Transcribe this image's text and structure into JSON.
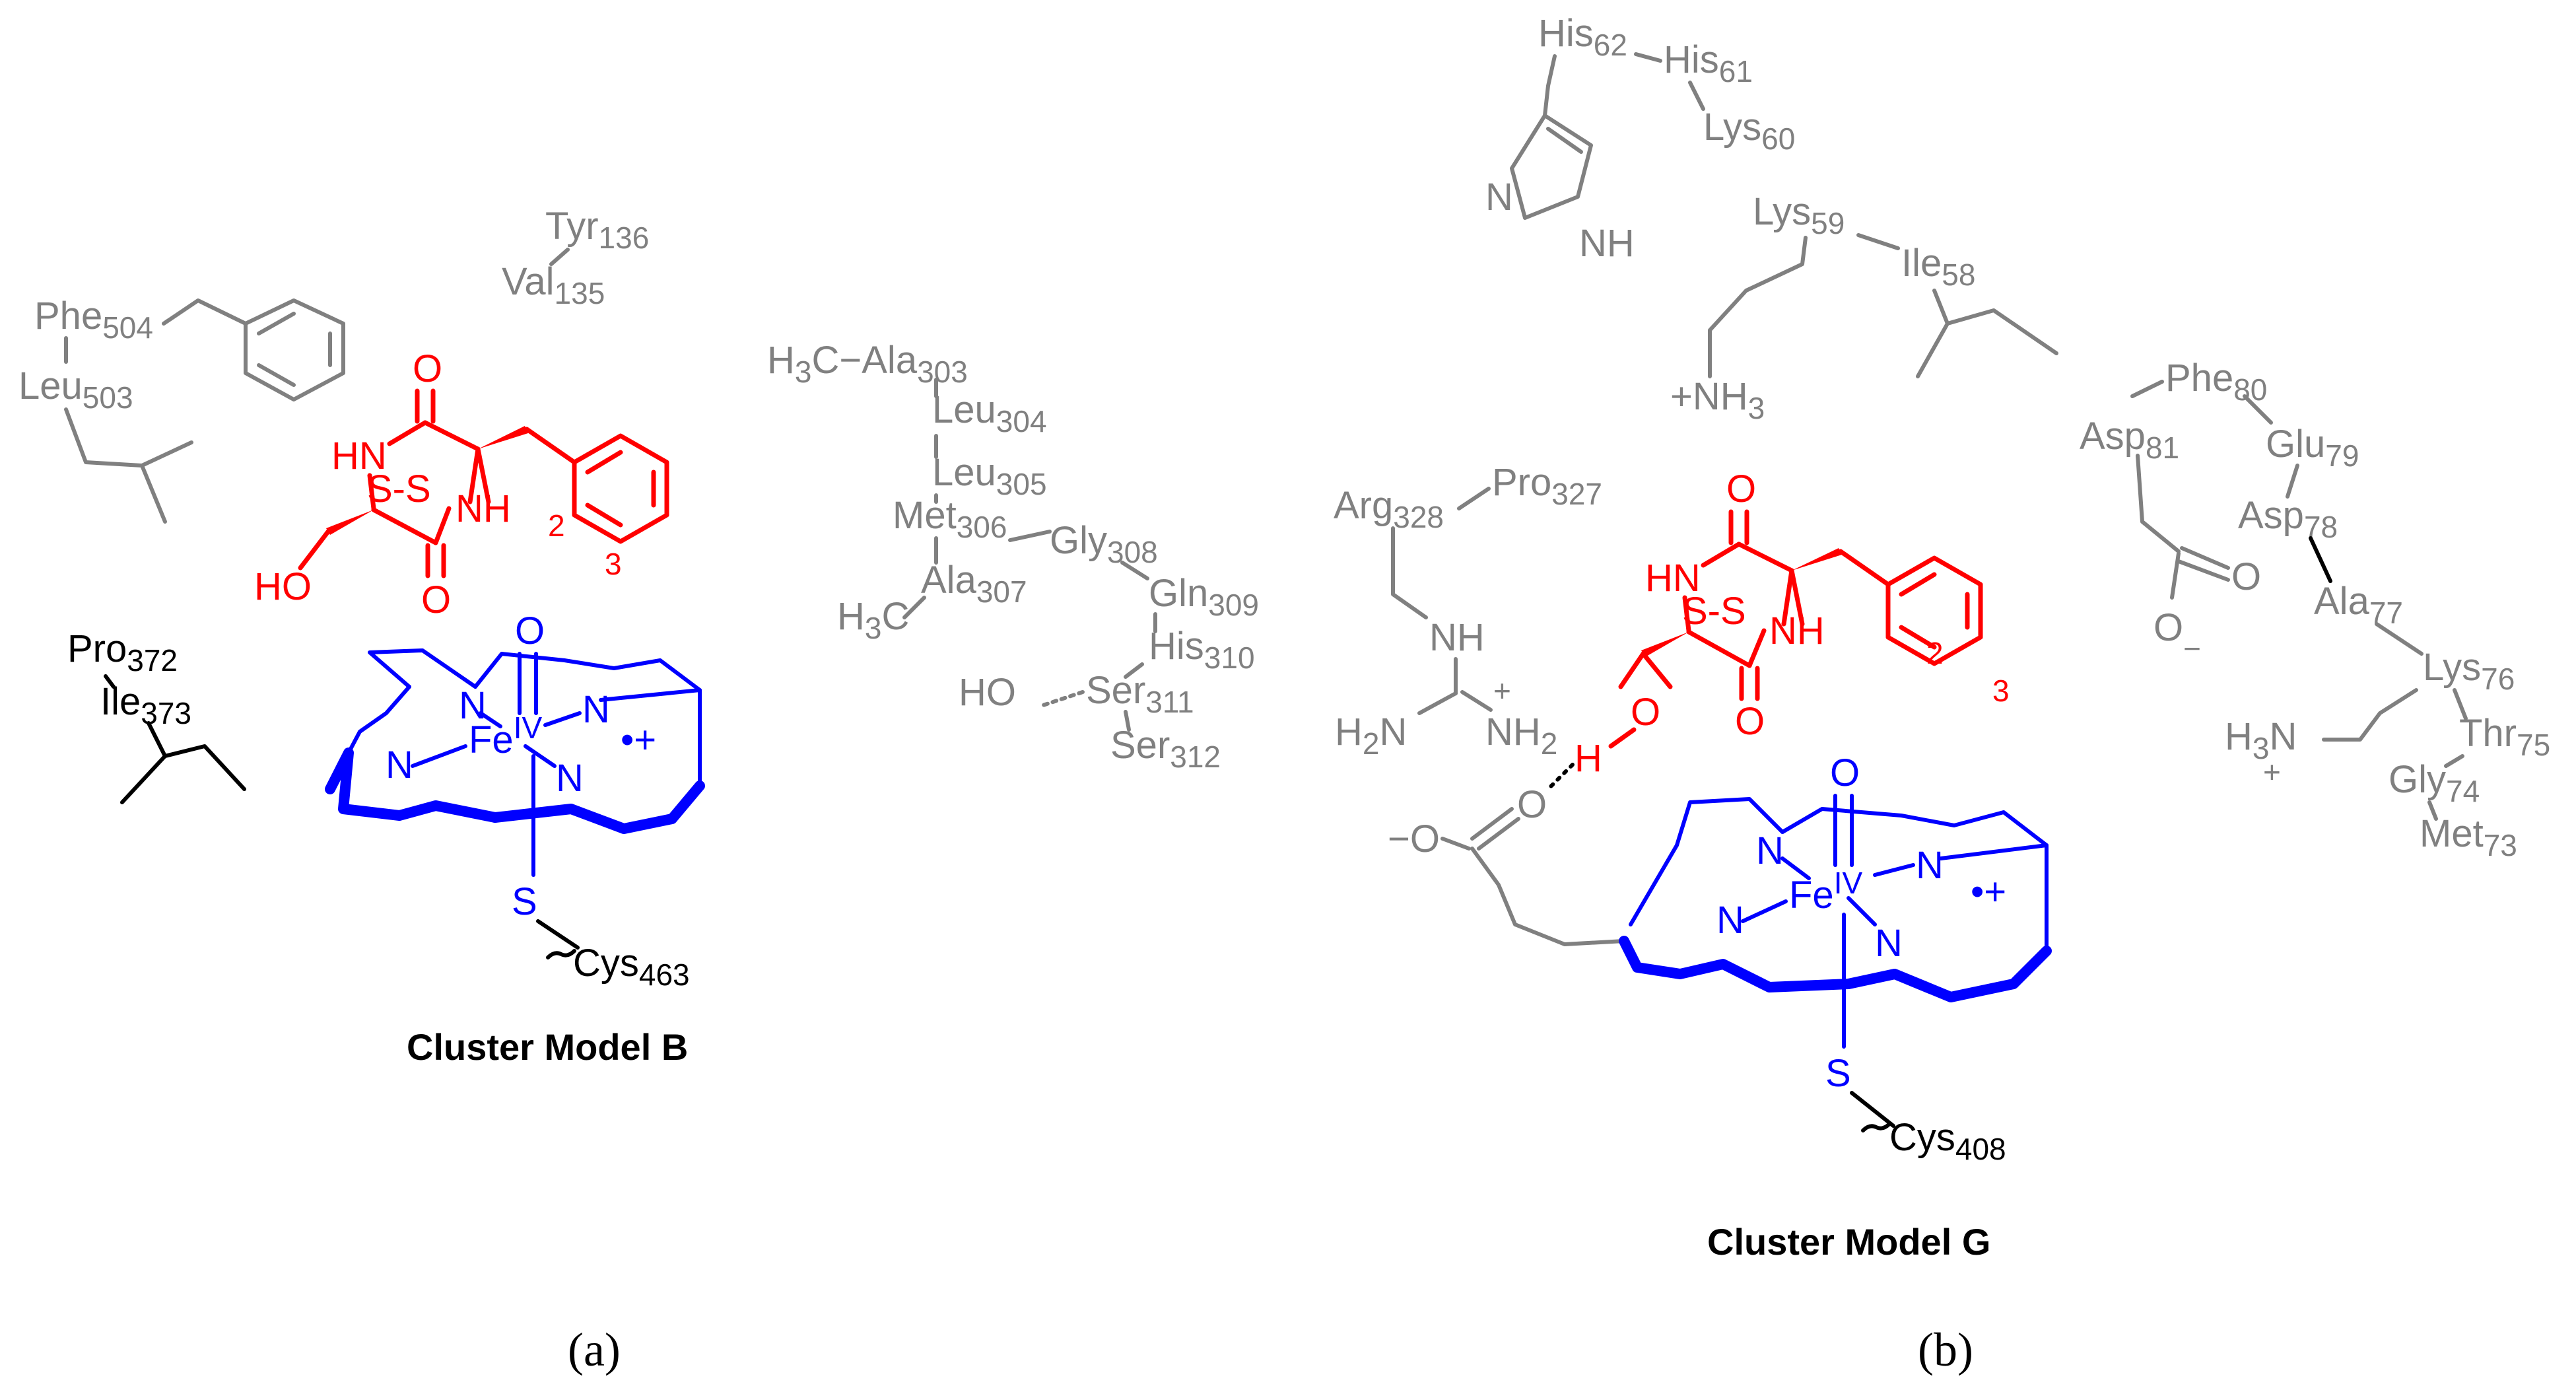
{
  "figure": {
    "panel_a": {
      "caption_text": "Cluster Model B",
      "panel_label": "(a)",
      "residues": [
        "Tyr136",
        "Val135",
        "Phe504",
        "Leu503",
        "Pro372",
        "Ile373",
        "Cys463",
        "Ala303",
        "Leu304",
        "Leu305",
        "Met306",
        "Gly308",
        "Ala307",
        "Gln309",
        "His310",
        "Ser311",
        "Ser312"
      ],
      "substrate_ring_positions": [
        "2",
        "3"
      ],
      "heme_labels": {
        "iron": "Fe",
        "oxidation": "IV",
        "radical": "•+",
        "oxo": "O",
        "thiolate": "S"
      }
    },
    "panel_b": {
      "caption_text": "Cluster Model G",
      "panel_label": "(b)",
      "residues": [
        "His62",
        "His61",
        "Lys60",
        "Lys59",
        "Ile58",
        "Arg328",
        "Pro327",
        "Phe80",
        "Asp81",
        "Glu79",
        "Asp78",
        "Ala77",
        "Lys76",
        "Thr75",
        "Gly74",
        "Met73",
        "Cys408"
      ],
      "substrate_ring_positions": [
        "2",
        "3"
      ],
      "heme_labels": {
        "iron": "Fe",
        "oxidation": "IV",
        "radical": "•+",
        "oxo": "O",
        "thiolate": "S"
      }
    },
    "colors": {
      "residue_gray": "#808080",
      "substrate_red": "#ff0000",
      "heme_blue": "#0000ff",
      "text_black": "#000000"
    }
  }
}
